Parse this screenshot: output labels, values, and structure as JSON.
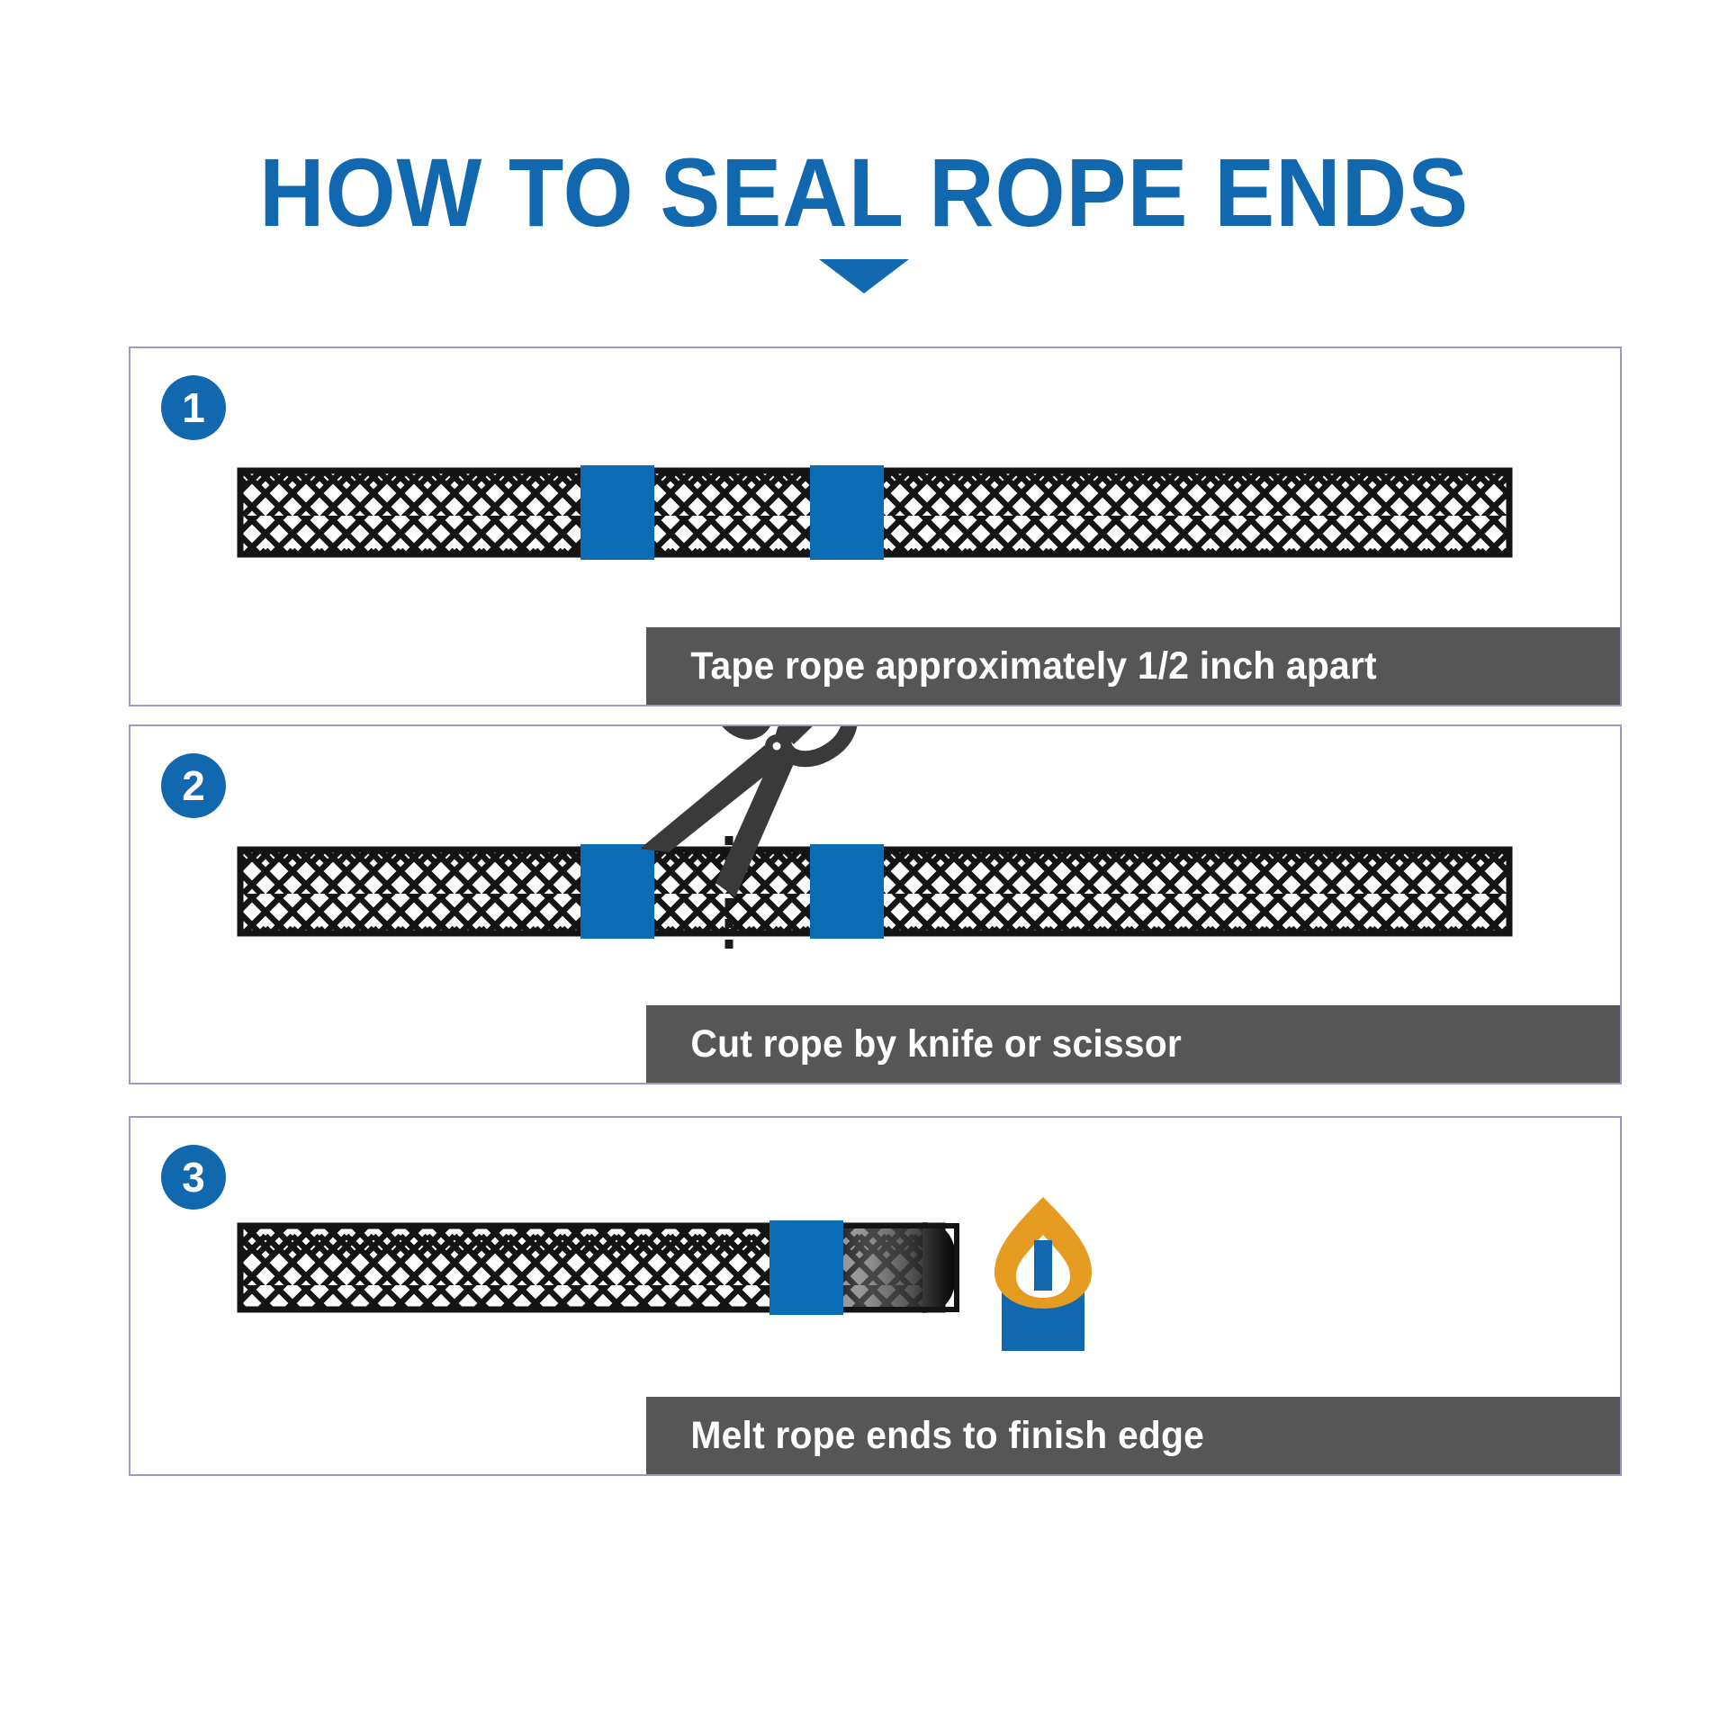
{
  "title": {
    "text": "HOW TO SEAL ROPE ENDS",
    "color": "#1268ae",
    "arrow_icon": "triangle-down-icon"
  },
  "colors": {
    "accent_blue": "#1268ae",
    "tape_blue": "#0a6cb4",
    "caption_gray": "#565656",
    "panel_border": "#9a9ac4",
    "rope_outline": "#1a1a1a",
    "flame_orange": "#e59b20",
    "scissors_dark": "#3a3a3a"
  },
  "steps": [
    {
      "number": "1",
      "caption": "Tape rope approximately 1/2 inch apart",
      "icons": [
        "rope-braid",
        "tape-band",
        "tape-band"
      ]
    },
    {
      "number": "2",
      "caption": "Cut rope by knife or scissor",
      "icons": [
        "rope-braid",
        "tape-band",
        "tape-band",
        "scissors-icon",
        "cut-line-dashed"
      ]
    },
    {
      "number": "3",
      "caption": "Melt rope ends to finish edge",
      "icons": [
        "rope-braid",
        "tape-band",
        "melted-rope-end",
        "candle-icon",
        "flame-icon"
      ]
    }
  ]
}
